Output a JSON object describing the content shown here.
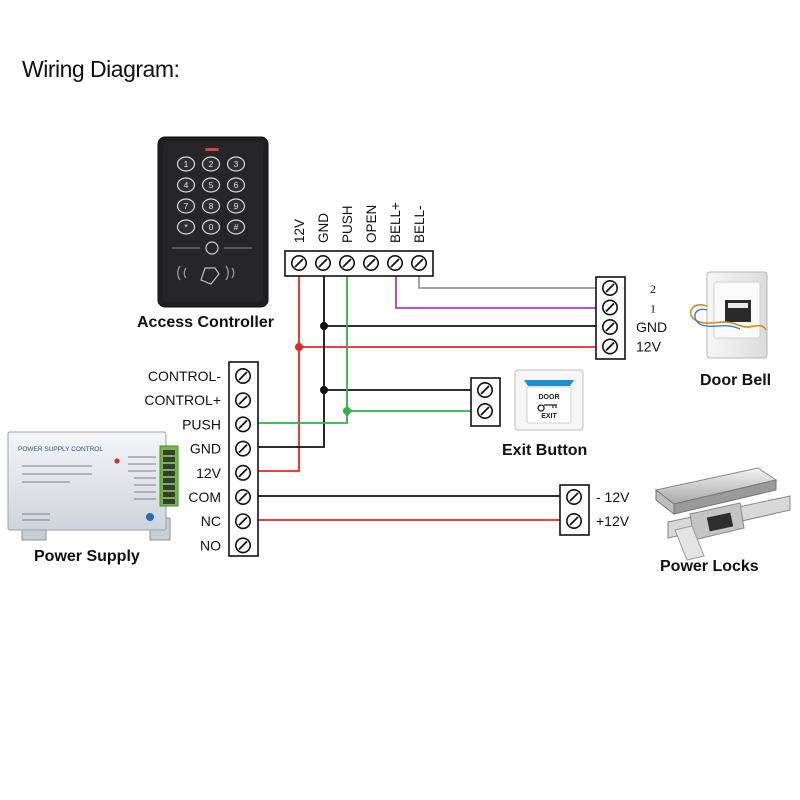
{
  "title": "Wiring Diagram:",
  "access_controller": {
    "label": "Access Controller",
    "keys": [
      "1",
      "2",
      "3",
      "4",
      "5",
      "6",
      "7",
      "8",
      "9",
      "*",
      "0",
      "#"
    ],
    "terminals": [
      "12V",
      "GND",
      "PUSH",
      "OPEN",
      "BELL+",
      "BELL-"
    ]
  },
  "power_supply": {
    "label": "Power Supply",
    "panel_title": "POWER SUPPLY CONTROL",
    "terminals": [
      "CONTROL-",
      "CONTROL+",
      "PUSH",
      "GND",
      "12V",
      "COM",
      "NC",
      "NO"
    ]
  },
  "door_bell": {
    "label": "Door Bell",
    "terminals": [
      "2",
      "1",
      "GND",
      "12V"
    ]
  },
  "exit_button": {
    "label": "Exit Button",
    "face_top": "DOOR",
    "face_bottom": "EXIT"
  },
  "power_locks": {
    "label": "Power Locks",
    "terminals": [
      "- 12V",
      "+12V"
    ]
  },
  "colors": {
    "red": "#e8262a",
    "green": "#2db34a",
    "purple": "#a63cc8",
    "gray": "#9a9a9a",
    "black": "#111111"
  }
}
